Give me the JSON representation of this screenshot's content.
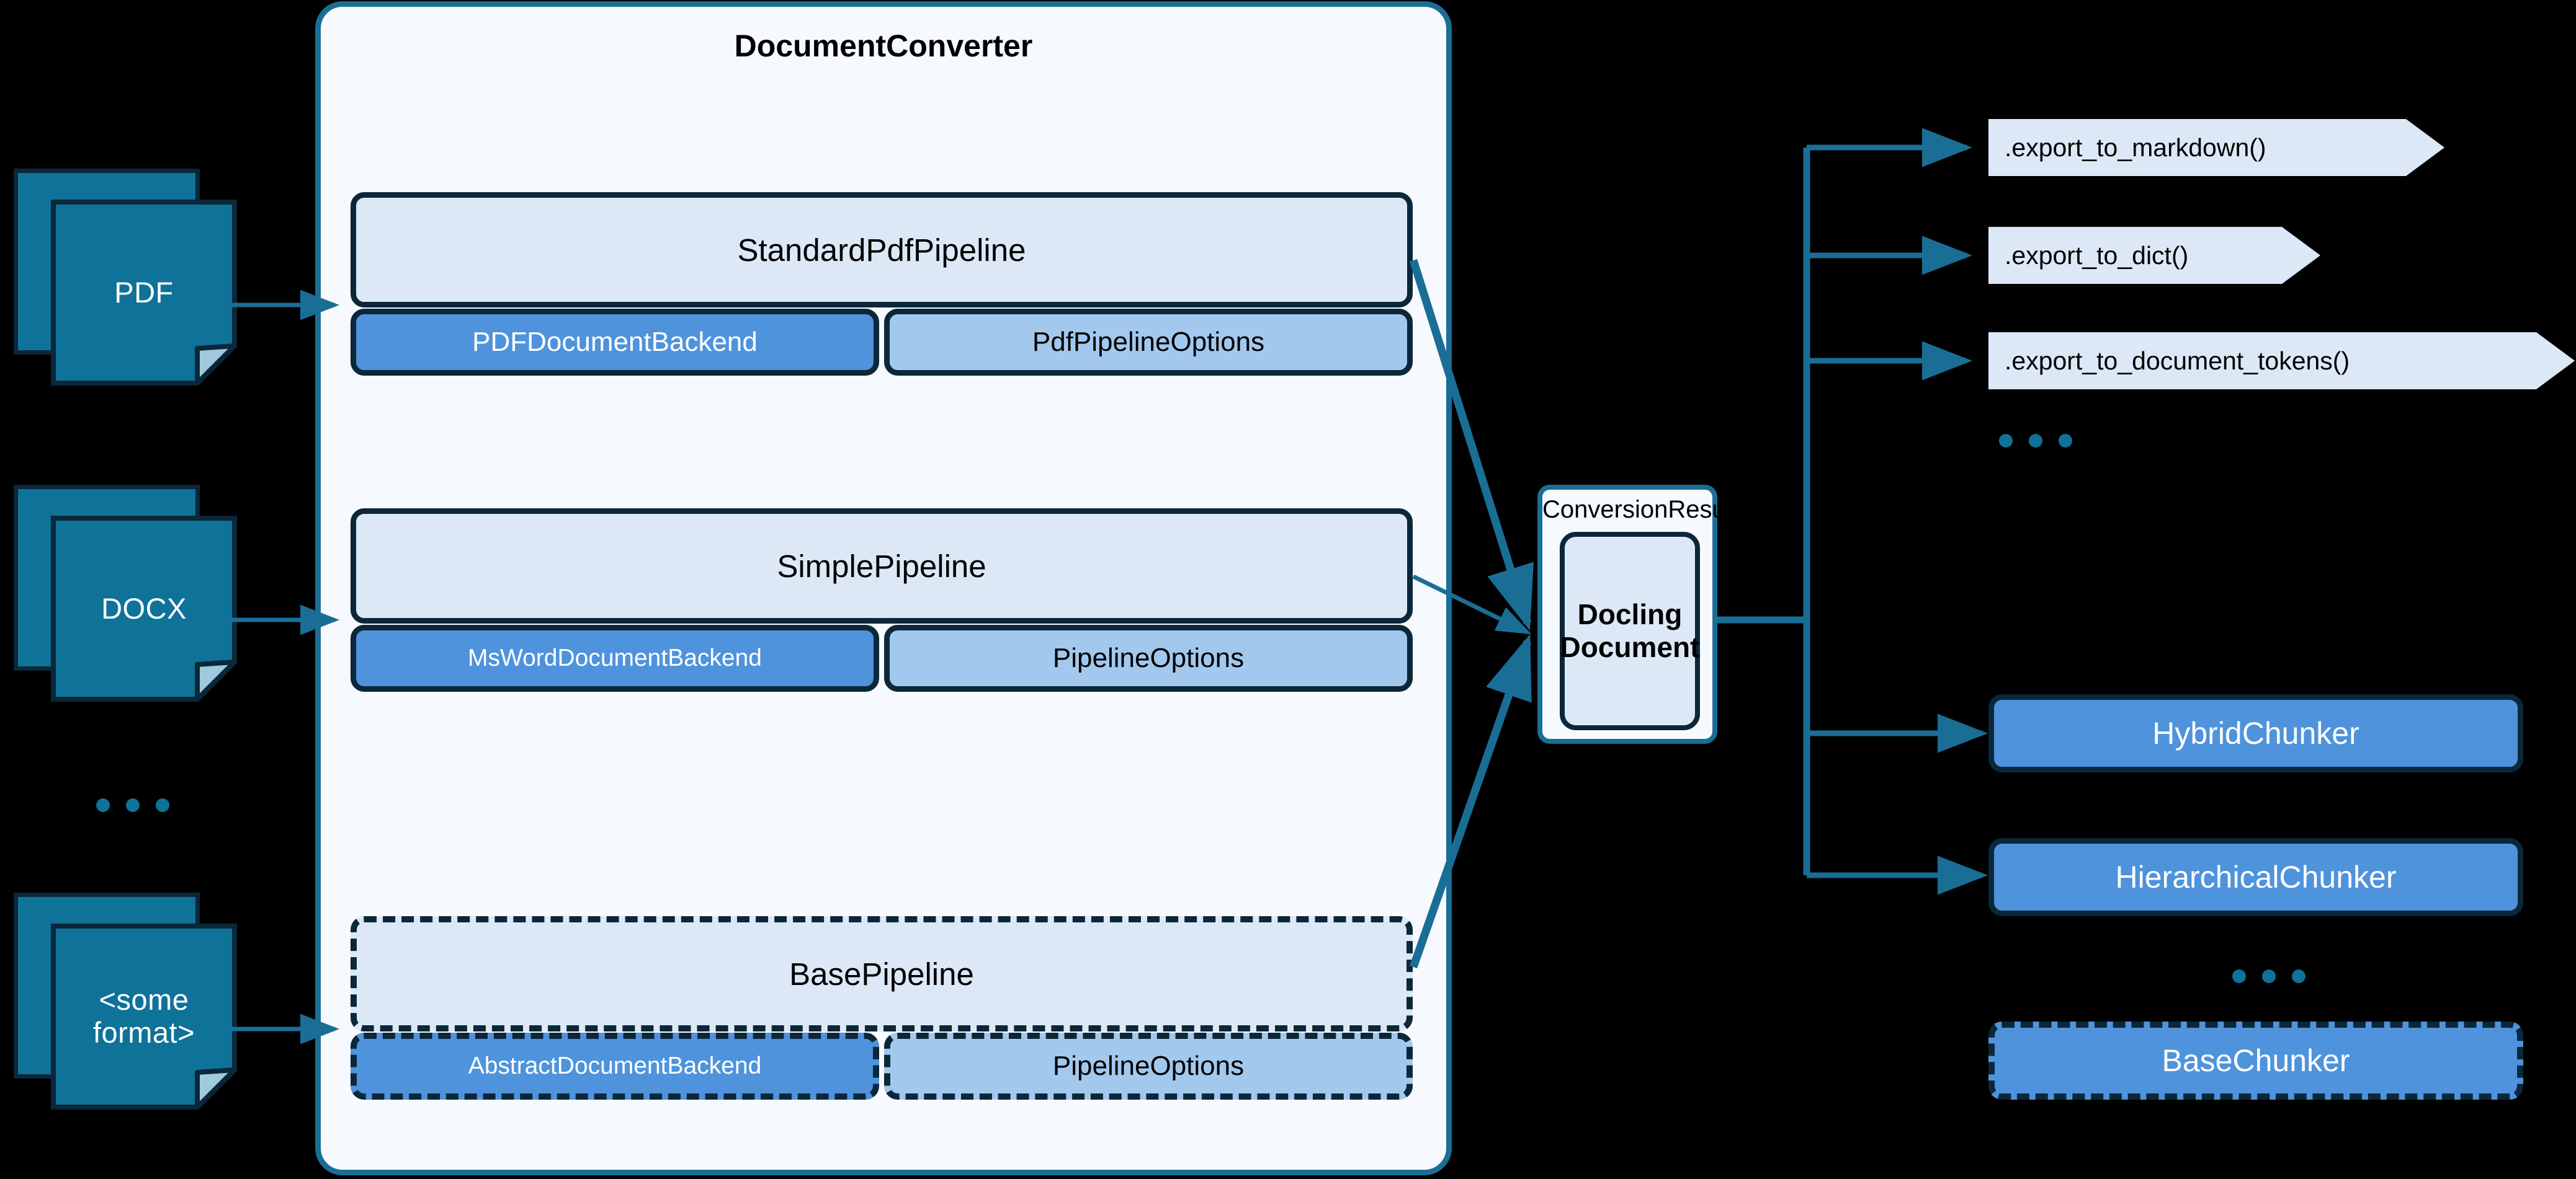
{
  "converter": {
    "title": "DocumentConverter",
    "pipelines": [
      {
        "name": "StandardPdfPipeline",
        "backend": "PDFDocumentBackend",
        "options": "PdfPipelineOptions",
        "dashed": false
      },
      {
        "name": "SimplePipeline",
        "backend": "MsWordDocumentBackend",
        "options": "PipelineOptions",
        "dashed": false
      },
      {
        "name": "BasePipeline",
        "backend": "AbstractDocumentBackend",
        "options": "PipelineOptions",
        "dashed": true
      }
    ],
    "ellipsis": "..."
  },
  "inputs": {
    "documents": [
      {
        "label": "PDF"
      },
      {
        "label": "DOCX"
      },
      {
        "label": "<some\nformat>"
      }
    ],
    "ellipsis": "..."
  },
  "result": {
    "container_label": "ConversionResult",
    "document_label": "Docling\nDocument"
  },
  "exports": {
    "items": [
      {
        "label": ".export_to_markdown()"
      },
      {
        "label": ".export_to_dict()"
      },
      {
        "label": ".export_to_document_tokens()"
      }
    ],
    "ellipsis": "..."
  },
  "chunkers": {
    "items": [
      {
        "label": "HybridChunker",
        "dashed": false
      },
      {
        "label": "HierarchicalChunker",
        "dashed": false
      },
      {
        "label": "BaseChunker",
        "dashed": true
      }
    ],
    "ellipsis": "..."
  },
  "colors": {
    "background": "#000000",
    "converter_fill": "#f6f9fe",
    "converter_border": "#1a6e96",
    "pipeline_head_fill": "#dde8f7",
    "backend_fill": "#4e93dc",
    "options_fill": "#a3c8ee",
    "node_border": "#0b2739",
    "doc_fill": "#0f7299",
    "connector": "#1a6e96",
    "export_fill": "#dde8f7"
  }
}
